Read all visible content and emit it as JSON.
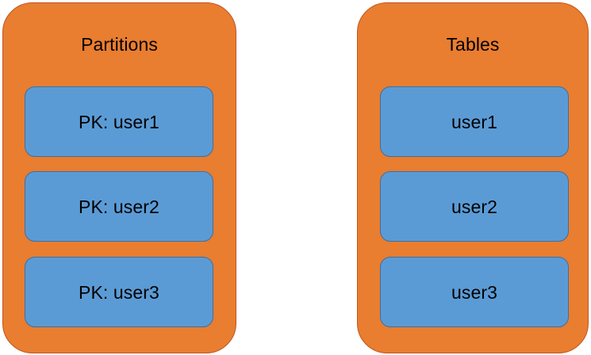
{
  "diagram": {
    "type": "grouped-boxes",
    "background_color": "#FFFFFF",
    "groups": [
      {
        "id": "partitions",
        "title": "Partitions",
        "fill_color": "#E97D30",
        "border_color": "#C1561A",
        "items": [
          {
            "label": "PK: user1",
            "fill_color": "#5B9BD5",
            "border_color": "#3F6F9E"
          },
          {
            "label": "PK: user2",
            "fill_color": "#5B9BD5",
            "border_color": "#3F6F9E"
          },
          {
            "label": "PK: user3",
            "fill_color": "#5B9BD5",
            "border_color": "#3F6F9E"
          }
        ]
      },
      {
        "id": "tables",
        "title": "Tables",
        "fill_color": "#E97D30",
        "border_color": "#C1561A",
        "items": [
          {
            "label": "user1",
            "fill_color": "#5B9BD5",
            "border_color": "#3F6F9E"
          },
          {
            "label": "user2",
            "fill_color": "#5B9BD5",
            "border_color": "#3F6F9E"
          },
          {
            "label": "user3",
            "fill_color": "#5B9BD5",
            "border_color": "#3F6F9E"
          }
        ]
      }
    ]
  }
}
